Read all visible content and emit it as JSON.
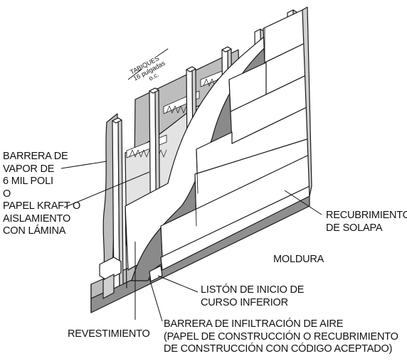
{
  "stud_tag": {
    "line1": "TABIQUES",
    "line2": "16 pulgadas",
    "line3": "o.c."
  },
  "labels": {
    "vapor": [
      "BARRERA DE",
      "VAPOR DE",
      "6 MIL POLI",
      "O",
      "PAPEL KRAFT O",
      "AISLAMIENTO",
      "CON LÁMINA"
    ],
    "siding": [
      "RECUBRIMIENTO",
      "DE SOLAPA"
    ],
    "trim": "MOLDURA",
    "starter": [
      "LISTÓN DE INICIO DE",
      "CURSO INFERIOR"
    ],
    "barrier": [
      "BARRERA DE INFILTRACIÓN DE AIRE",
      "(PAPEL DE CONSTRUCCIÓN O RECUBRIMIENTO",
      "DE CONSTRUCCIÓN CON CÓDIGO ACEPTADO)"
    ],
    "sheathing": "REVESTIMIENTO"
  }
}
